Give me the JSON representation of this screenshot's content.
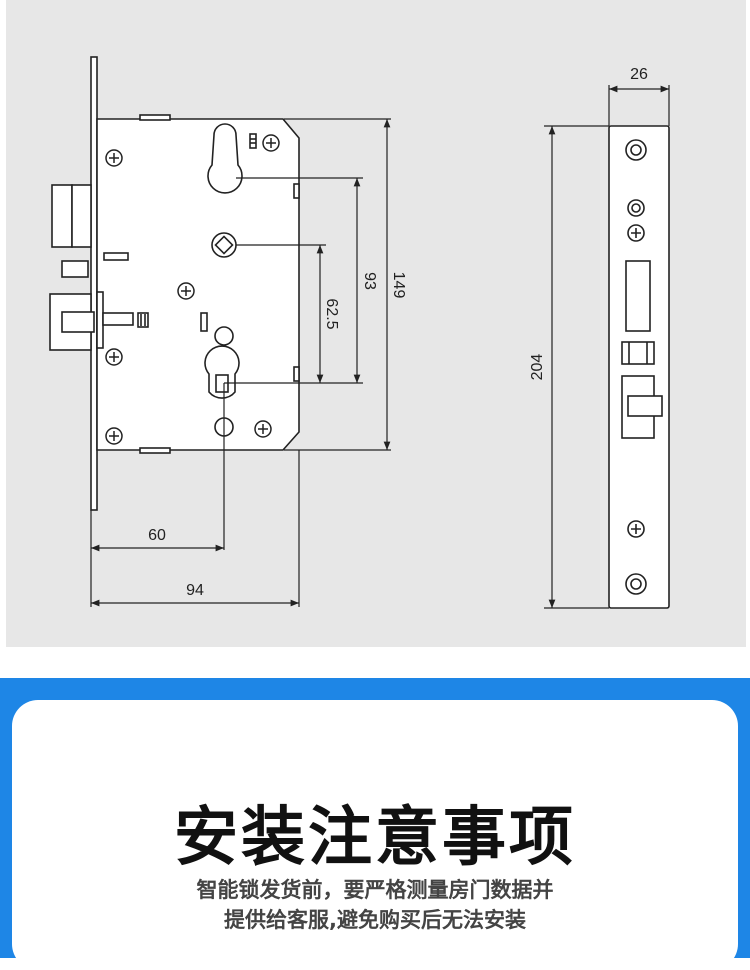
{
  "drawing": {
    "dimensions": {
      "width_total": "94",
      "backset": "60",
      "height_body": "149",
      "spindle_to_keyhole": "93",
      "spindle_to_cylinder": "62.5",
      "faceplate_height": "204",
      "faceplate_width": "26"
    }
  },
  "notice": {
    "title": "安装注意事项",
    "line1": "智能锁发货前，要严格测量房门数据并",
    "line2": "提供给客服,避免购买后无法安装"
  }
}
